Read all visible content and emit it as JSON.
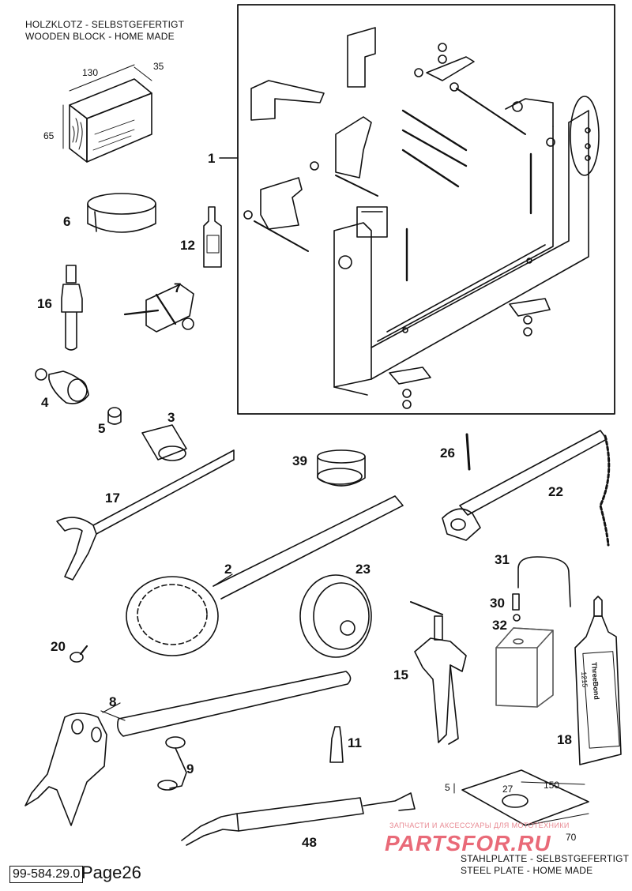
{
  "captions": {
    "top_de": "HOLZKLOTZ - SELBSTGEFERTIGT",
    "top_en": "WOODEN BLOCK - HOME MADE",
    "bottom_de": "STAHLPLATTE - SELBSTGEFERTIGT",
    "bottom_en": "STEEL PLATE - HOME MADE"
  },
  "dimensions": {
    "block_length": "130",
    "block_width": "35",
    "block_height": "65",
    "plate_thickness": "5",
    "plate_hole": "27",
    "plate_length": "150",
    "plate_width": "70"
  },
  "part_labels": {
    "p1": "1",
    "p2": "2",
    "p3": "3",
    "p4": "4",
    "p5": "5",
    "p6": "6",
    "p7": "7",
    "p8": "8",
    "p9": "9",
    "p11": "11",
    "p12": "12",
    "p15": "15",
    "p16": "16",
    "p17": "17",
    "p18": "18",
    "p20": "20",
    "p22": "22",
    "p23": "23",
    "p26": "26",
    "p30": "30",
    "p31": "31",
    "p32": "32",
    "p39": "39",
    "p48": "48"
  },
  "tube_text": {
    "brand": "ThreeBond",
    "code": "1215"
  },
  "watermark": {
    "tagline": "ЗАПЧАСТИ И АКСЕССУАРЫ ДЛЯ МОТОТЕХНИКИ",
    "logo": "PARTSFOR.RU"
  },
  "footer": {
    "code": "99-584.29.0",
    "page": "Page26"
  }
}
